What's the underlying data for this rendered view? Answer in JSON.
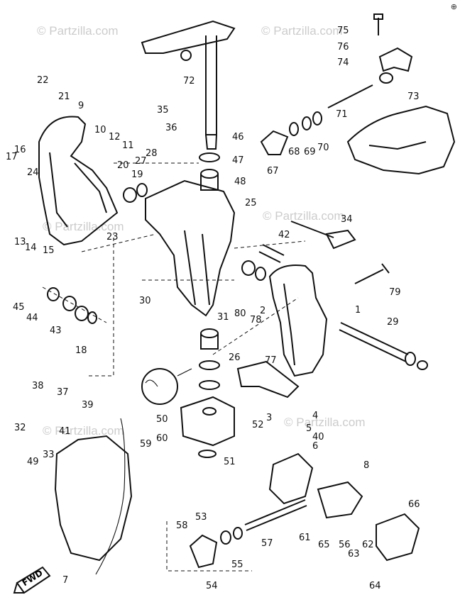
{
  "watermark": "© Partzilla.com",
  "corner_mark": "⊕",
  "fwd_label": "FWD",
  "callouts": [
    "75",
    "76",
    "74",
    "73",
    "72",
    "22",
    "21",
    "9",
    "35",
    "36",
    "10",
    "12",
    "11",
    "17",
    "16",
    "27",
    "28",
    "24",
    "20",
    "19",
    "46",
    "47",
    "48",
    "25",
    "13",
    "14",
    "15",
    "23",
    "26",
    "71",
    "70",
    "69",
    "68",
    "67",
    "34",
    "42",
    "45",
    "44",
    "43",
    "18",
    "29",
    "30",
    "31",
    "80",
    "78",
    "77",
    "79",
    "1",
    "2",
    "3",
    "4",
    "5",
    "6",
    "40",
    "38",
    "37",
    "39",
    "41",
    "32",
    "33",
    "49",
    "50",
    "51",
    "52",
    "53",
    "54",
    "55",
    "56",
    "57",
    "58",
    "59",
    "60",
    "61",
    "62",
    "63",
    "64",
    "65",
    "66",
    "8",
    "7"
  ]
}
